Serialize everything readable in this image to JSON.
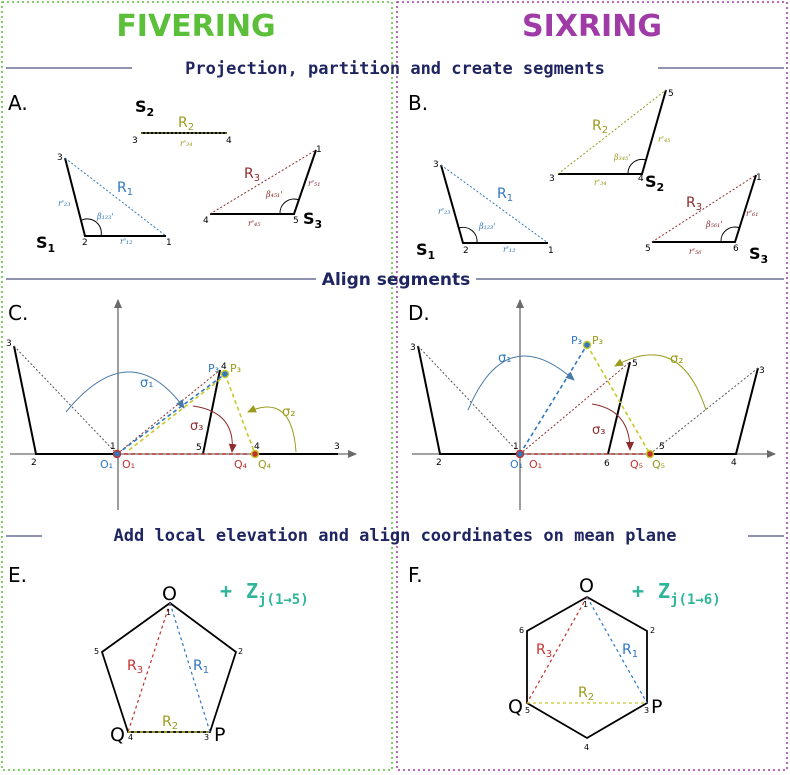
{
  "headers": {
    "five": "FIVERING",
    "six": "SIXRING",
    "five_color": "#5bbf3a",
    "six_color": "#a03aa6"
  },
  "sections": {
    "s1": "Projection, partition and create segments",
    "s2": "Align segments",
    "s3": "Add local elevation and align coordinates on mean plane"
  },
  "panels": {
    "a": "A.",
    "b": "B.",
    "c": "C.",
    "d": "D.",
    "e": "E.",
    "f": "F."
  },
  "segments": {
    "s": "S",
    "sub1": "1",
    "sub2": "2",
    "sub3": "3"
  },
  "rings": {
    "r": "R",
    "r1": "1",
    "r2": "2",
    "r3": "3"
  },
  "lengths": {
    "r23": "r'₂₃",
    "r12": "r'₁₂",
    "r34": "r'₃₄",
    "r45": "r'₄₅",
    "r51": "r'₅₁",
    "r56": "r'₅₆",
    "r61": "r'₆₁"
  },
  "angles": {
    "b123": "β₁₂₃'",
    "b345": "β₃₄₅'",
    "b451": "β₄₅₁'",
    "b561": "β₅₆₁'"
  },
  "align": {
    "sigma1": "σ₁",
    "sigma2": "σ₂",
    "sigma3": "σ₃",
    "P3": "P₃",
    "O1": "O₁",
    "Q4": "Q₄",
    "Q5": "Q₅"
  },
  "vertex_numbers": [
    "1",
    "2",
    "3",
    "4",
    "5",
    "6"
  ],
  "polygon_labels": {
    "O": "O",
    "P": "P",
    "Q": "Q"
  },
  "elevation": {
    "plus": "+",
    "z": "Z",
    "five_sub": "j(1→5)",
    "six_sub": "j(1→6)"
  },
  "colors": {
    "green_border": "#5bbf3a",
    "purple_border": "#a03aa6",
    "navy": "#1f2560",
    "blue": "#2f78c0",
    "olive": "#9a9a1c",
    "red": "#c0322e",
    "dark_red": "#8e2b2b",
    "yellow": "#c8c82a",
    "teal": "#2fb59a",
    "grey_axis": "#6a6a6a"
  }
}
